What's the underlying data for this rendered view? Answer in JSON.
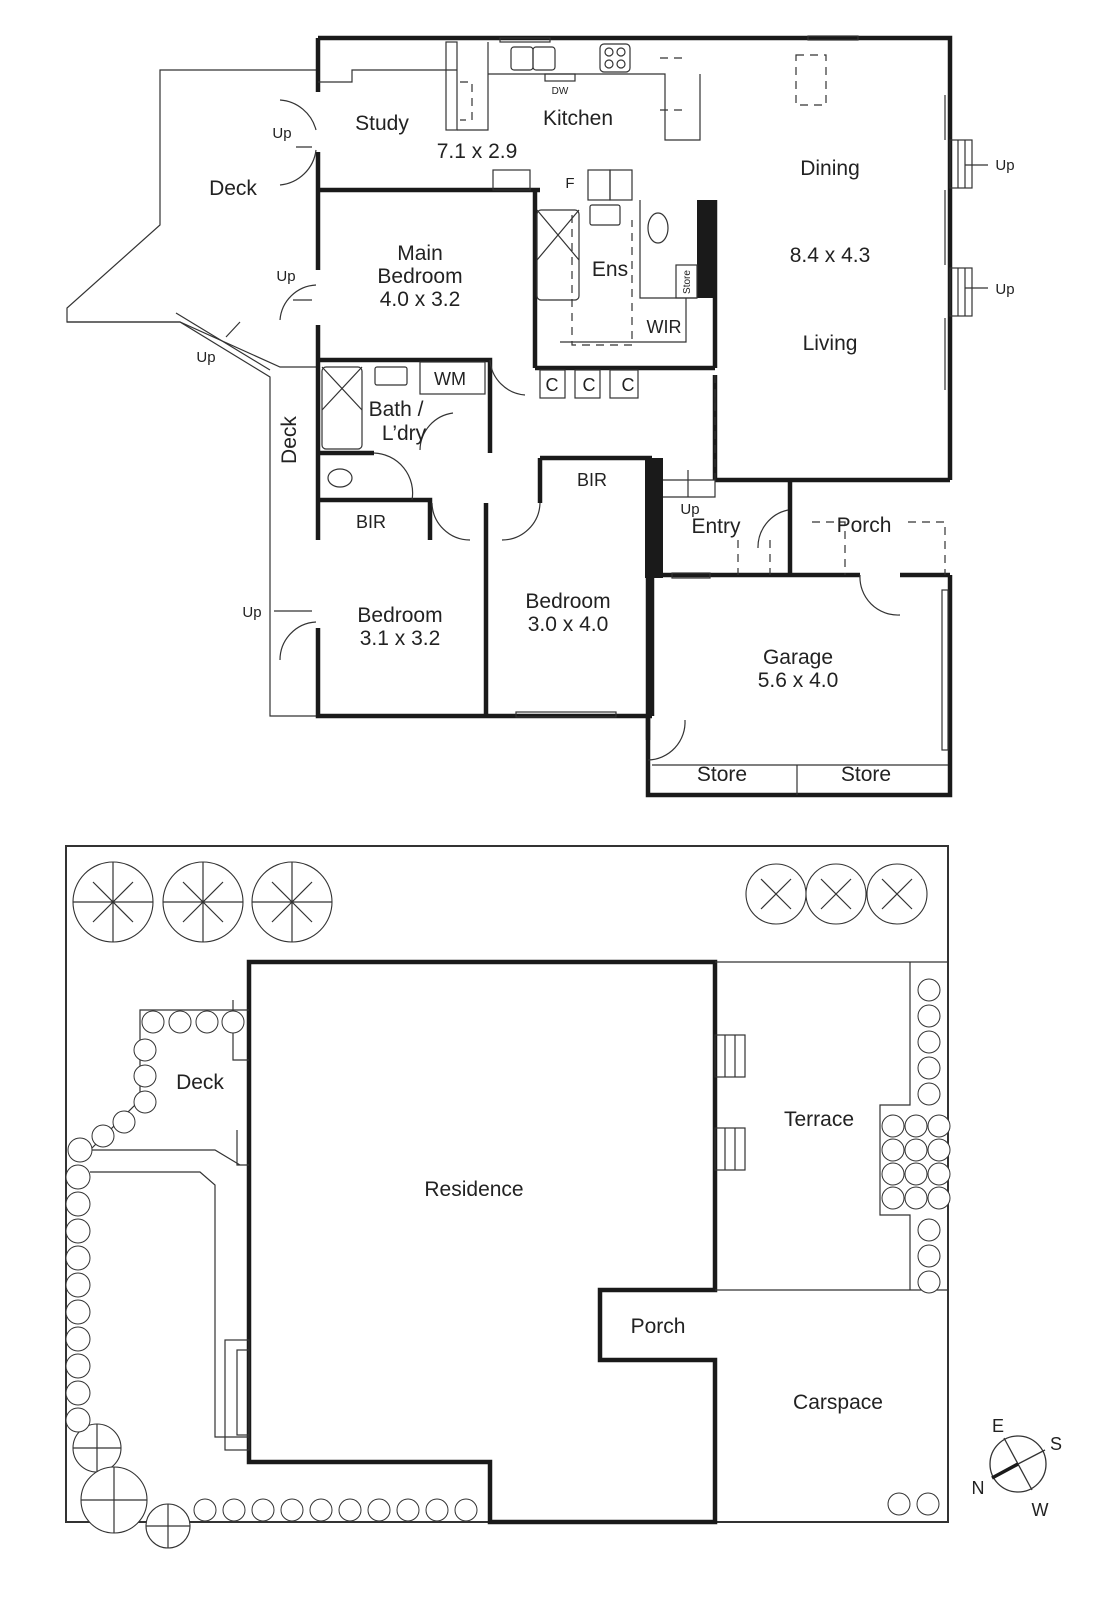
{
  "floor_plan": {
    "rooms": {
      "study": "Study",
      "kitchen": "Kitchen",
      "study_kitchen_dims": "7.1 x 2.9",
      "dw": "DW",
      "fridge": "F",
      "deck_west": "Deck",
      "dining": "Dining",
      "living_dining_dims": "8.4 x 4.3",
      "living": "Living",
      "main_bedroom_l1": "Main",
      "main_bedroom_l2": "Bedroom",
      "main_bedroom_dims": "4.0 x 3.2",
      "ensuite": "Ens",
      "store_small": "Store",
      "wir": "WIR",
      "c1": "C",
      "c2": "C",
      "c3": "C",
      "wm": "WM",
      "bath_l1": "Bath /",
      "bath_l2": "L’dry",
      "deck_side": "Deck",
      "bir_west": "BIR",
      "bir_mid": "BIR",
      "entry": "Entry",
      "porch": "Porch",
      "bedroom2": "Bedroom",
      "bedroom2_dims": "3.1 x 3.2",
      "bedroom3": "Bedroom",
      "bedroom3_dims": "3.0 x 4.0",
      "garage": "Garage",
      "garage_dims": "5.6 x 4.0",
      "store1": "Store",
      "store2": "Store"
    },
    "annotations": {
      "up_study": "Up",
      "up_main_bed": "Up",
      "up_deck": "Up",
      "up_dining": "Up",
      "up_living": "Up",
      "up_bedroom": "Up",
      "up_entry": "Up"
    }
  },
  "site_plan": {
    "labels": {
      "deck": "Deck",
      "residence": "Residence",
      "terrace": "Terrace",
      "porch": "Porch",
      "carspace": "Carspace"
    }
  },
  "compass": {
    "e": "E",
    "s": "S",
    "n": "N",
    "w": "W"
  }
}
